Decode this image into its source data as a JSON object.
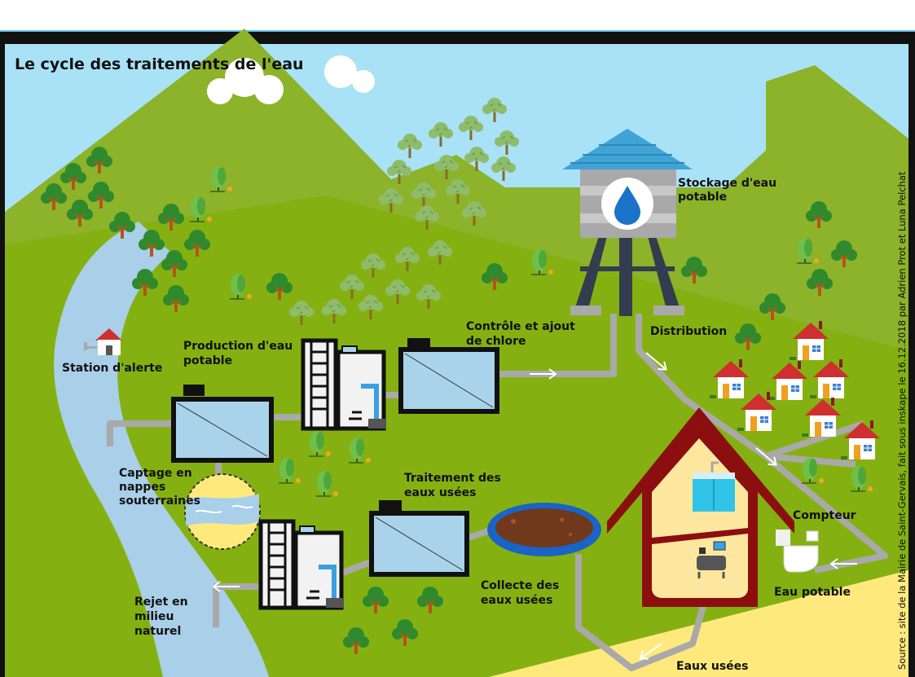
{
  "diagram": {
    "title": "Le cycle des traitements de l'eau",
    "source_credit": "Source : site de la Mairie de Saint-Gervais, fait sous inskape le 16.12.2018 par Adrien Prot et Luna Pelchat",
    "labels": {
      "stockage": [
        "Stockage d'eau",
        "potable"
      ],
      "controle": [
        "Contrôle et ajout",
        "de chlore"
      ],
      "production": [
        "Production d'eau",
        "potable"
      ],
      "distribution": "Distribution",
      "station": "Station d'alerte",
      "captage": [
        "Captage en",
        "nappes",
        "souterraines"
      ],
      "traitement": [
        "Traitement des",
        "eaux usées"
      ],
      "collecte": [
        "Collecte des",
        "eaux usées"
      ],
      "rejet": [
        "Rejet en",
        "milieu",
        "naturel"
      ],
      "compteur": "Compteur",
      "eau_potable": "Eau potable",
      "eaux_usees": "Eaux usées"
    },
    "colors": {
      "sky": "#a9e2f6",
      "hills": "#8cb32a",
      "ground": "#84b111",
      "river": "#a9cfe9",
      "sand": "#ffe97d",
      "pipe": "#a9a9a9",
      "tank": "#a9d3ea",
      "house_roof": "#8b0f0f",
      "house_wall": "#fde79f",
      "tower_roof": "#3fa3d6",
      "sludge_pond": "#1a63c7",
      "sludge": "#70391b",
      "tree_leaf": "#2f8a2d",
      "tree_trunk": "#b5541a",
      "roof_red": "#cf2f2f"
    }
  }
}
